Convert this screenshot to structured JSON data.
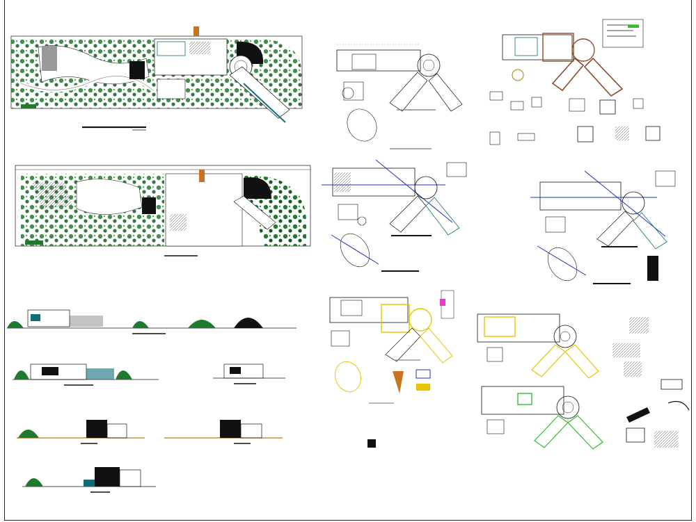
{
  "drawing_set": {
    "sheet_label": "",
    "views": [
      {
        "id": "site-plan-landscaped",
        "kind": "site plan"
      },
      {
        "id": "site-plan-roof",
        "kind": "site plan"
      },
      {
        "id": "floor-plan-ground",
        "kind": "floor plan"
      },
      {
        "id": "floor-plan-structure",
        "kind": "floor plan"
      },
      {
        "id": "floor-plan-dimensioned-1",
        "kind": "floor plan"
      },
      {
        "id": "floor-plan-dimensioned-2",
        "kind": "floor plan"
      },
      {
        "id": "floor-plan-installations",
        "kind": "floor plan"
      },
      {
        "id": "floor-plan-details",
        "kind": "floor plan"
      },
      {
        "id": "elevation-1",
        "kind": "elevation"
      },
      {
        "id": "elevation-2",
        "kind": "elevation"
      },
      {
        "id": "elevation-3",
        "kind": "elevation"
      },
      {
        "id": "elevation-4",
        "kind": "elevation"
      },
      {
        "id": "elevation-5",
        "kind": "elevation"
      },
      {
        "id": "elevation-6",
        "kind": "elevation"
      }
    ],
    "colors": {
      "linework": "#111111",
      "vegetation": "#1f7a2e",
      "water": "#0d6e78",
      "structure_brown": "#8b4a2b",
      "dimension_blue": "#1f2fbf",
      "installations_yellow": "#e8c400",
      "details_green": "#2fbf2f",
      "elevation_orange": "#c8731e"
    }
  }
}
